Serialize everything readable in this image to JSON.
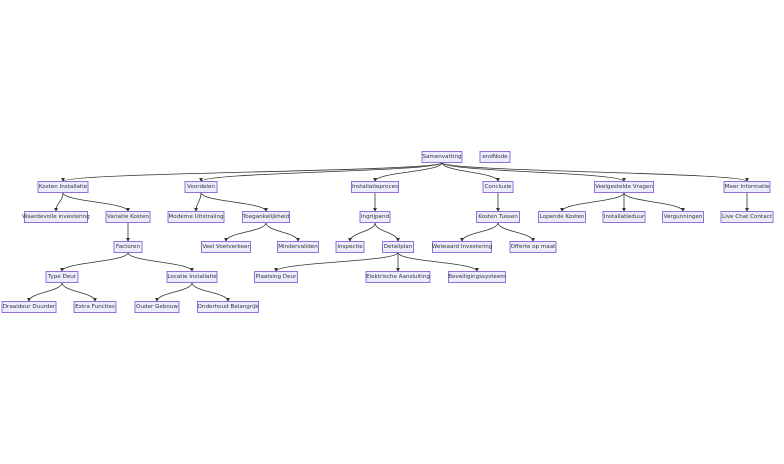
{
  "nodes": [
    {
      "id": "samenvatting",
      "label": "Samenvatting"
    },
    {
      "id": "endnode",
      "label": "endNode"
    },
    {
      "id": "kosten_installatie",
      "label": "Kosten Installatie"
    },
    {
      "id": "voordelen",
      "label": "Voordelen"
    },
    {
      "id": "installatieproces",
      "label": "Installatieproces"
    },
    {
      "id": "conclusie",
      "label": "Conclusie"
    },
    {
      "id": "veelgestelde_vragen",
      "label": "Veelgestelde Vragen"
    },
    {
      "id": "meer_informatie",
      "label": "Meer Informatie"
    },
    {
      "id": "waardevolle_investering",
      "label": "Waardevolle investering"
    },
    {
      "id": "variatie_kosten",
      "label": "Variatie Kosten"
    },
    {
      "id": "moderne_uitstraling",
      "label": "Moderne Uitstraling"
    },
    {
      "id": "toegankelijkheid",
      "label": "Toegankelijkheid"
    },
    {
      "id": "ingrijpend",
      "label": "Ingrijpend"
    },
    {
      "id": "kosten_tussen",
      "label": "Kosten Tussen"
    },
    {
      "id": "lopende_kosten",
      "label": "Lopende Kosten"
    },
    {
      "id": "installatieduur",
      "label": "Installatieduur"
    },
    {
      "id": "vergunningen",
      "label": "Vergunningen"
    },
    {
      "id": "live_chat_contact",
      "label": "Live Chat Contact"
    },
    {
      "id": "factoren",
      "label": "Factoren"
    },
    {
      "id": "veel_voetverkeer",
      "label": "Veel Voetverkeer"
    },
    {
      "id": "mindervaliden",
      "label": "Mindervaliden"
    },
    {
      "id": "inspectie",
      "label": "Inspectie"
    },
    {
      "id": "detailplan",
      "label": "Detailplan"
    },
    {
      "id": "welwaard_investering",
      "label": "Welwaard Investering"
    },
    {
      "id": "offerte_op_maat",
      "label": "Offerte op maat"
    },
    {
      "id": "type_deur",
      "label": "Type Deur"
    },
    {
      "id": "locatie_installatie",
      "label": "Locatie Installatie"
    },
    {
      "id": "plaatsing_deur",
      "label": "Plaatsing Deur"
    },
    {
      "id": "elektrische_aansluiting",
      "label": "Elektrische Aansluiting"
    },
    {
      "id": "beveiligingssysteem",
      "label": "Beveiligingssysteem"
    },
    {
      "id": "draaideur_duurder",
      "label": "Draaideur Duurder"
    },
    {
      "id": "extra_functies",
      "label": "Extra Functies"
    },
    {
      "id": "oudere_gebouw",
      "label": "Ouder Gebouw"
    },
    {
      "id": "onderhoud_belangrijk",
      "label": "Onderhoud Belangrijk"
    }
  ],
  "edges": [
    [
      "samenvatting",
      "kosten_installatie"
    ],
    [
      "samenvatting",
      "voordelen"
    ],
    [
      "samenvatting",
      "installatieproces"
    ],
    [
      "samenvatting",
      "conclusie"
    ],
    [
      "samenvatting",
      "veelgestelde_vragen"
    ],
    [
      "samenvatting",
      "meer_informatie"
    ],
    [
      "kosten_installatie",
      "waardevolle_investering"
    ],
    [
      "kosten_installatie",
      "variatie_kosten"
    ],
    [
      "variatie_kosten",
      "factoren"
    ],
    [
      "factoren",
      "type_deur"
    ],
    [
      "factoren",
      "locatie_installatie"
    ],
    [
      "type_deur",
      "draaideur_duurder"
    ],
    [
      "type_deur",
      "extra_functies"
    ],
    [
      "locatie_installatie",
      "oudere_gebouw"
    ],
    [
      "locatie_installatie",
      "onderhoud_belangrijk"
    ],
    [
      "voordelen",
      "moderne_uitstraling"
    ],
    [
      "voordelen",
      "toegankelijkheid"
    ],
    [
      "toegankelijkheid",
      "veel_voetverkeer"
    ],
    [
      "toegankelijkheid",
      "mindervaliden"
    ],
    [
      "installatieproces",
      "ingrijpend"
    ],
    [
      "ingrijpend",
      "inspectie"
    ],
    [
      "ingrijpend",
      "detailplan"
    ],
    [
      "detailplan",
      "plaatsing_deur"
    ],
    [
      "detailplan",
      "elektrische_aansluiting"
    ],
    [
      "detailplan",
      "beveiligingssysteem"
    ],
    [
      "conclusie",
      "kosten_tussen"
    ],
    [
      "kosten_tussen",
      "welwaard_investering"
    ],
    [
      "kosten_tussen",
      "offerte_op_maat"
    ],
    [
      "veelgestelde_vragen",
      "lopende_kosten"
    ],
    [
      "veelgestelde_vragen",
      "installatieduur"
    ],
    [
      "veelgestelde_vragen",
      "vergunningen"
    ],
    [
      "meer_informatie",
      "live_chat_contact"
    ]
  ]
}
